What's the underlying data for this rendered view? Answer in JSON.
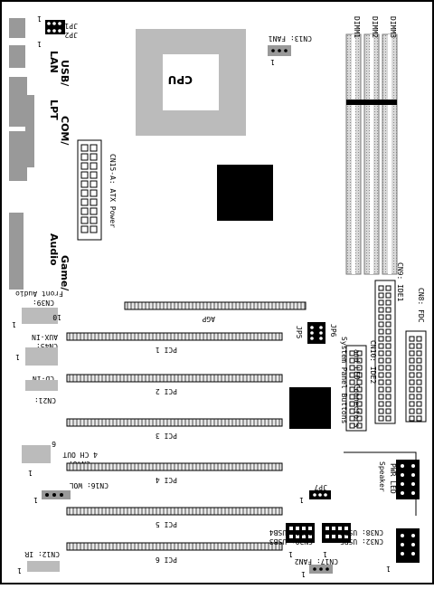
{
  "labels": {
    "jp1": "JP1",
    "jp2": "JP2",
    "one": "1",
    "usb_lan": "USB/",
    "lan": "LAN",
    "com_lpt_1": "COM/",
    "com_lpt_2": "LPT",
    "game_1": "Game/",
    "game_2": "Audio",
    "cpu": "CPU",
    "cn13": "CN13: FAN1",
    "atx": "CN15-A: ATX Power",
    "dimm1": "DIMM1",
    "dimm2": "DIMM2",
    "dimm3": "DIMM3",
    "front_audio": "Front Audio",
    "cn39": "CN39:",
    "ten": "10",
    "agp": "AGP",
    "aux_in": "AUX-IN",
    "cn45": "CN45:",
    "pci1": "PCI 1",
    "cd_in": "CD-IN",
    "cn21": "CN21:",
    "pci2": "PCI 2",
    "pci3": "PCI 3",
    "four_ch_out": "4 CH OUT",
    "cn46": "CN46:",
    "six": "6",
    "pci4": "PCI 4",
    "cn16": "CN16: WOL",
    "pci5": "PCI 5",
    "pci6": "PCI 6",
    "cn12": "CN12: IR",
    "jp5": "JP5",
    "jp6": "JP6",
    "jp7": "JP7",
    "cn9": "CN9: IDE1",
    "cn8": "CN8: FDC",
    "cn10": "CN10: IDE2",
    "sys_panel_1": "System Panel Buttons",
    "sys_panel_2": "and LED Connectors",
    "speaker": "Speaker",
    "pwr_led": "PWR LED",
    "cn31": "CN31: USB4",
    "cn30": "CN30: USB3",
    "cn38": "CN38: USB6",
    "cn32": "CN32: USB5",
    "cn17": "CN17: FAN2"
  }
}
